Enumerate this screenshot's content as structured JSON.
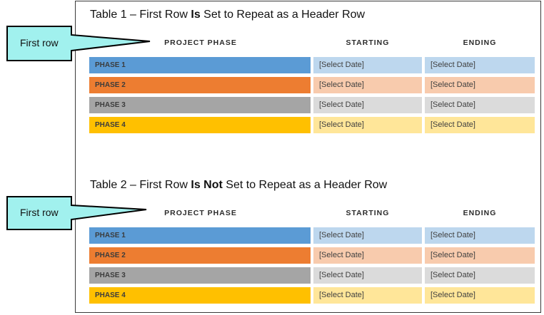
{
  "table1": {
    "caption_pre": "Table 1 – First Row ",
    "caption_bold": "Is",
    "caption_post": " Set to Repeat as a Header Row",
    "headers": {
      "phase": "PROJECT PHASE",
      "starting": "STARTING",
      "ending": "ENDING"
    },
    "rows": [
      {
        "phase": "PHASE 1",
        "start": "[Select Date]",
        "end": "[Select Date]"
      },
      {
        "phase": "PHASE 2",
        "start": "[Select Date]",
        "end": "[Select Date]"
      },
      {
        "phase": "PHASE 3",
        "start": "[Select Date]",
        "end": "[Select Date]"
      },
      {
        "phase": "PHASE 4",
        "start": "[Select Date]",
        "end": "[Select Date]"
      }
    ]
  },
  "table2": {
    "caption_pre": "Table 2 – First Row ",
    "caption_bold": "Is Not",
    "caption_post": " Set to Repeat as a Header Row",
    "headers": {
      "phase": "PROJECT PHASE",
      "starting": "STARTING",
      "ending": "ENDING"
    },
    "rows": [
      {
        "phase": "PHASE 1",
        "start": "[Select Date]",
        "end": "[Select Date]"
      },
      {
        "phase": "PHASE 2",
        "start": "[Select Date]",
        "end": "[Select Date]"
      },
      {
        "phase": "PHASE 3",
        "start": "[Select Date]",
        "end": "[Select Date]"
      },
      {
        "phase": "PHASE 4",
        "start": "[Select Date]",
        "end": "[Select Date]"
      }
    ]
  },
  "callouts": {
    "first": "First row",
    "second": "First row",
    "fill": "#a1f1ee",
    "border": "#000000"
  },
  "colors": {
    "phase1": "#5b9bd5",
    "phase1_light": "#bdd7ee",
    "phase2": "#ed7d31",
    "phase2_light": "#f8cbad",
    "phase3": "#a5a5a5",
    "phase3_light": "#dbdbdb",
    "phase4": "#ffc000",
    "phase4_light": "#ffe699"
  }
}
